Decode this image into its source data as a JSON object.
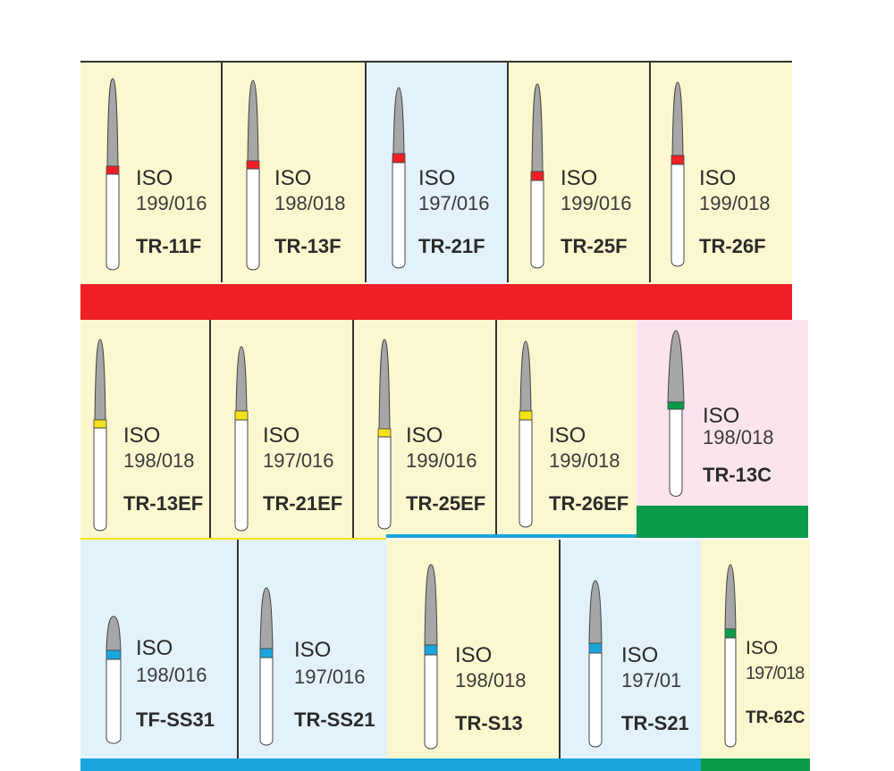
{
  "colors": {
    "cream": "#fbf8cf",
    "light_blue": "#e3f1fb",
    "light_pink": "#fbe4ee",
    "red": "#ee2025",
    "yellow": "#f4e21b",
    "green": "#0b9b4b",
    "blue": "#1aa6dc",
    "shank": "#ffffff",
    "head": "#a6a6a6"
  },
  "rows": [
    {
      "band_color": "red",
      "cells": [
        {
          "iso": "ISO",
          "size": "199/016",
          "code": "TR-11F",
          "ring": "red",
          "bg": "cream"
        },
        {
          "iso": "ISO",
          "size": "198/018",
          "code": "TR-13F",
          "ring": "red",
          "bg": "cream"
        },
        {
          "iso": "ISO",
          "size": "197/016",
          "code": "TR-21F",
          "ring": "red",
          "bg": "light_blue"
        },
        {
          "iso": "ISO",
          "size": "199/016",
          "code": "TR-25F",
          "ring": "red",
          "bg": "cream"
        },
        {
          "iso": "ISO",
          "size": "199/018",
          "code": "TR-26F",
          "ring": "red",
          "bg": "cream"
        }
      ]
    },
    {
      "band_color": "yellow",
      "cells": [
        {
          "iso": "ISO",
          "size": "198/018",
          "code": "TR-13EF",
          "ring": "yellow",
          "bg": "cream"
        },
        {
          "iso": "ISO",
          "size": "197/016",
          "code": "TR-21EF",
          "ring": "yellow",
          "bg": "cream"
        },
        {
          "iso": "ISO",
          "size": "199/016",
          "code": "TR-25EF",
          "ring": "yellow",
          "bg": "cream"
        },
        {
          "iso": "ISO",
          "size": "199/018",
          "code": "TR-26EF",
          "ring": "yellow",
          "bg": "cream"
        },
        {
          "iso": "ISO",
          "size": "198/018",
          "code": "TR-13C",
          "ring": "green",
          "bg": "light_pink"
        }
      ]
    },
    {
      "band_color": "blue",
      "cells": [
        {
          "iso": "ISO",
          "size": "198/016",
          "code": "TF-SS31",
          "ring": "blue",
          "bg": "light_blue"
        },
        {
          "iso": "ISO",
          "size": "197/016",
          "code": "TR-SS21",
          "ring": "blue",
          "bg": "light_blue"
        },
        {
          "iso": "ISO",
          "size": "198/018",
          "code": "TR-S13",
          "ring": "blue",
          "bg": "cream"
        },
        {
          "iso": "ISO",
          "size": "197/01",
          "code": "TR-S21",
          "ring": "blue",
          "bg": "light_blue"
        },
        {
          "iso": "ISO",
          "size": "197/018",
          "code": "TR-62C",
          "ring": "green",
          "bg": "cream"
        }
      ]
    }
  ]
}
